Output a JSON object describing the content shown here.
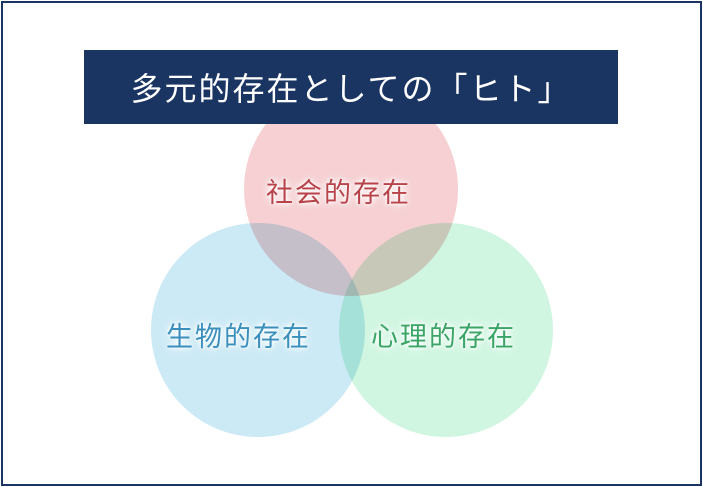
{
  "title": "多元的存在としての「ヒト」",
  "colors": {
    "border": "#1b3563",
    "banner_bg": "#1b3563",
    "banner_text": "#ffffff",
    "social_fill": "#f4c4c7",
    "social_text": "#b9434a",
    "bio_fill": "#c3e6f5",
    "bio_text": "#3a8fbd",
    "psych_fill": "#c8f4dc",
    "psych_text": "#3aa566"
  },
  "circles": [
    {
      "id": "social",
      "label": "社会的存在"
    },
    {
      "id": "bio",
      "label": "生物的存在"
    },
    {
      "id": "psych",
      "label": "心理的存在"
    }
  ]
}
